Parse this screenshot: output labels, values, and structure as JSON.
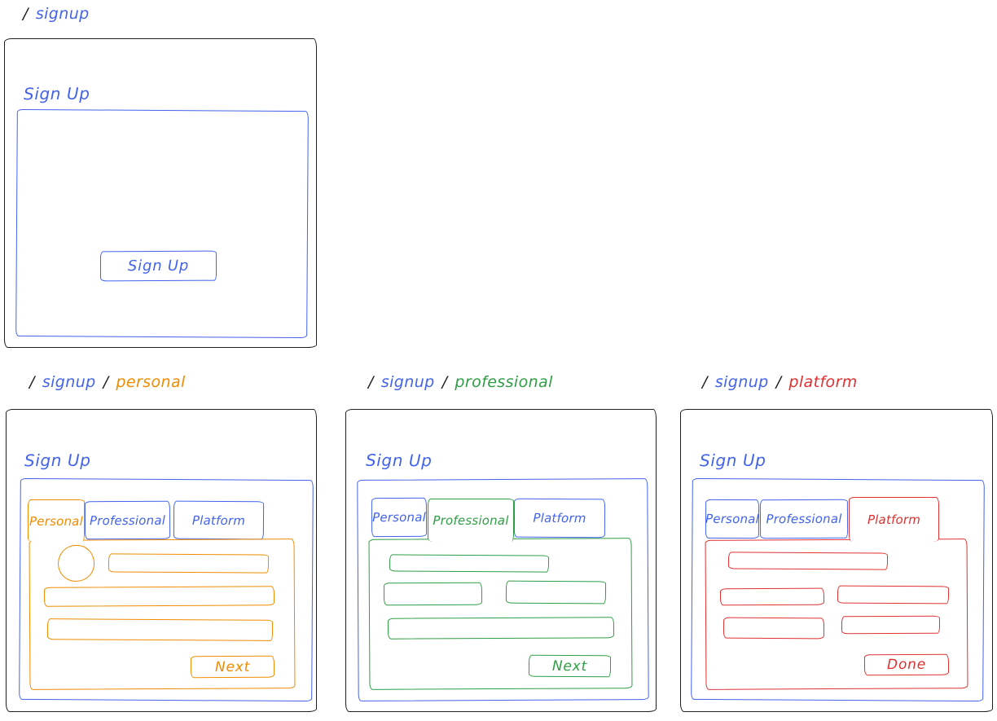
{
  "palette": {
    "ink": "#1e1e1e",
    "blue": "#4263eb",
    "orange": "#f08c00",
    "green": "#2f9e44",
    "red": "#e03131"
  },
  "breadcrumbs": {
    "signup": [
      "/",
      "signup"
    ],
    "personal": [
      "/",
      "signup",
      "/",
      "personal"
    ],
    "professional": [
      "/",
      "signup",
      "/",
      "professional"
    ],
    "platform": [
      "/",
      "signup",
      "/",
      "platform"
    ]
  },
  "screens": {
    "signup": {
      "title": "Sign Up",
      "submit_label": "Sign Up"
    },
    "personal": {
      "title": "Sign Up",
      "tabs": [
        "Personal",
        "Professional",
        "Platform"
      ],
      "active_tab": "Personal",
      "submit_label": "Next"
    },
    "professional": {
      "title": "Sign Up",
      "tabs": [
        "Personal",
        "Professional",
        "Platform"
      ],
      "active_tab": "Professional",
      "submit_label": "Next"
    },
    "platform": {
      "title": "Sign Up",
      "tabs": [
        "Personal",
        "Professional",
        "Platform"
      ],
      "active_tab": "Platform",
      "submit_label": "Done"
    }
  }
}
